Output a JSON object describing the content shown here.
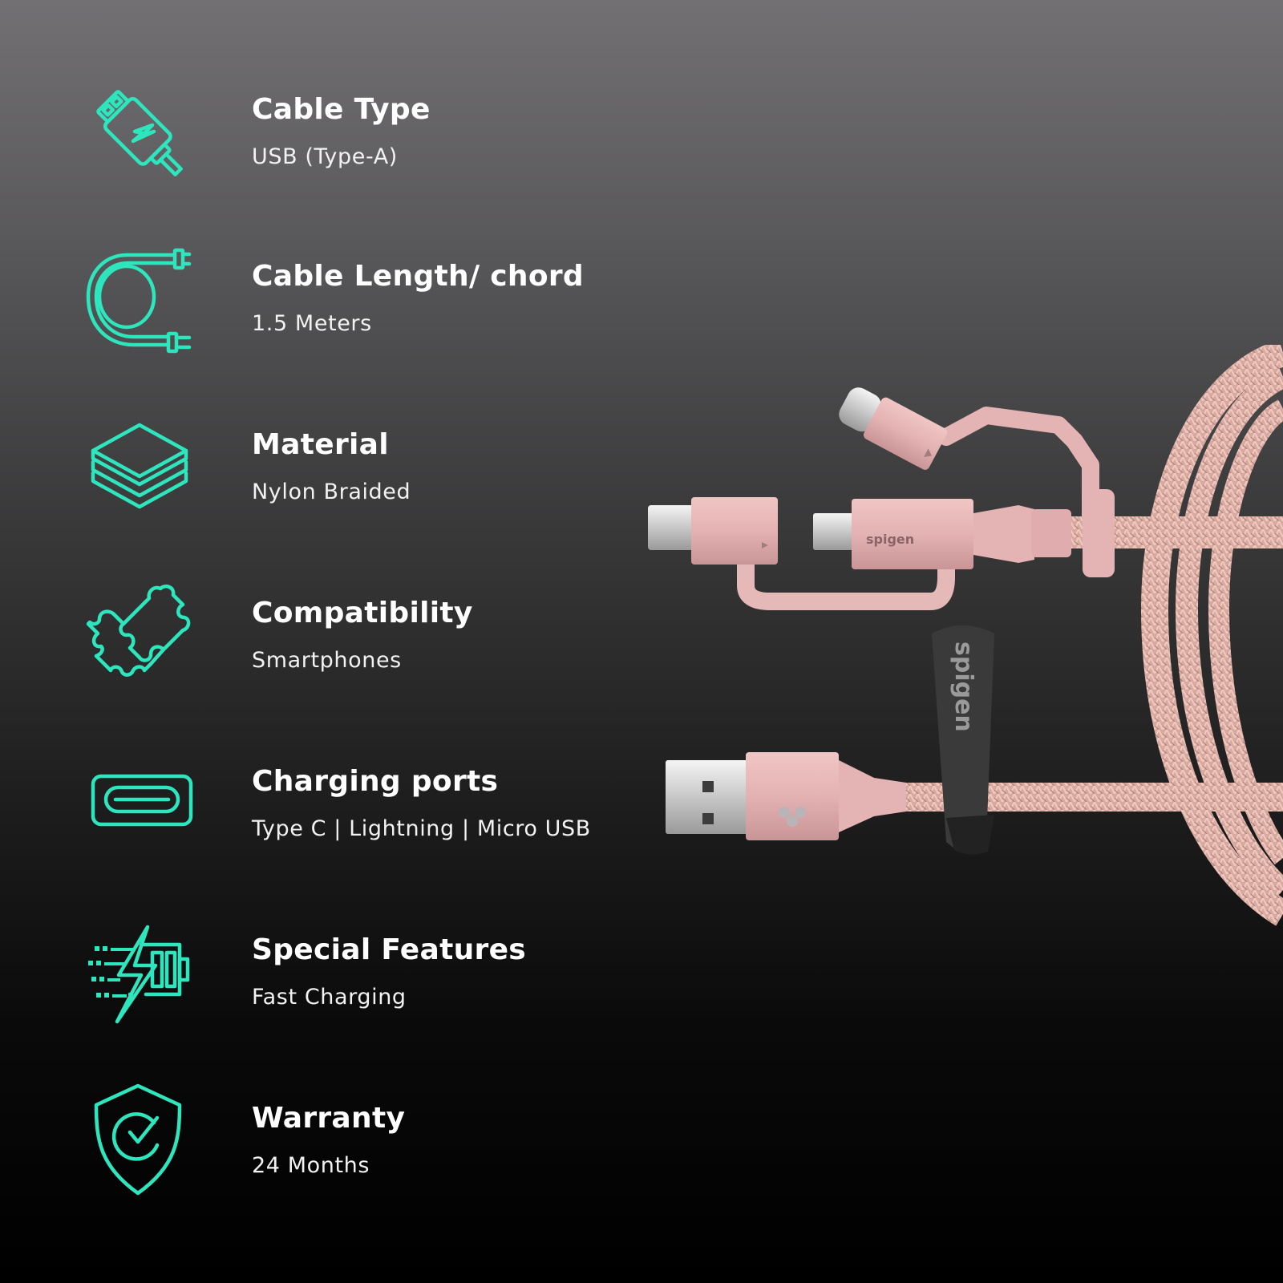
{
  "theme": {
    "accent_color": "#2ee6be",
    "background_top": "#727073",
    "background_bottom": "#000000",
    "product_color": "#e7b8b8"
  },
  "features": [
    {
      "icon": "usb-plug-icon",
      "title": "Cable Type",
      "value": "USB (Type-A)"
    },
    {
      "icon": "coiled-cable-icon",
      "title": "Cable Length/ chord",
      "value": "1.5 Meters"
    },
    {
      "icon": "layers-icon",
      "title": "Material",
      "value": "Nylon Braided"
    },
    {
      "icon": "puzzle-icon",
      "title": "Compatibility",
      "value": "Smartphones"
    },
    {
      "icon": "type-c-port-icon",
      "title": "Charging ports",
      "value": "Type C | Lightning | Micro USB"
    },
    {
      "icon": "fast-charging-battery-icon",
      "title": "Special Features",
      "value": "Fast Charging"
    },
    {
      "icon": "shield-check-icon",
      "title": "Warranty",
      "value": "24 Months"
    }
  ],
  "product": {
    "description": "Rose gold braided 3-in-1 cable with USB-A, Type-C, Lightning and Micro USB connectors",
    "connector_brand": "spigen",
    "strap_brand": "spigen"
  }
}
